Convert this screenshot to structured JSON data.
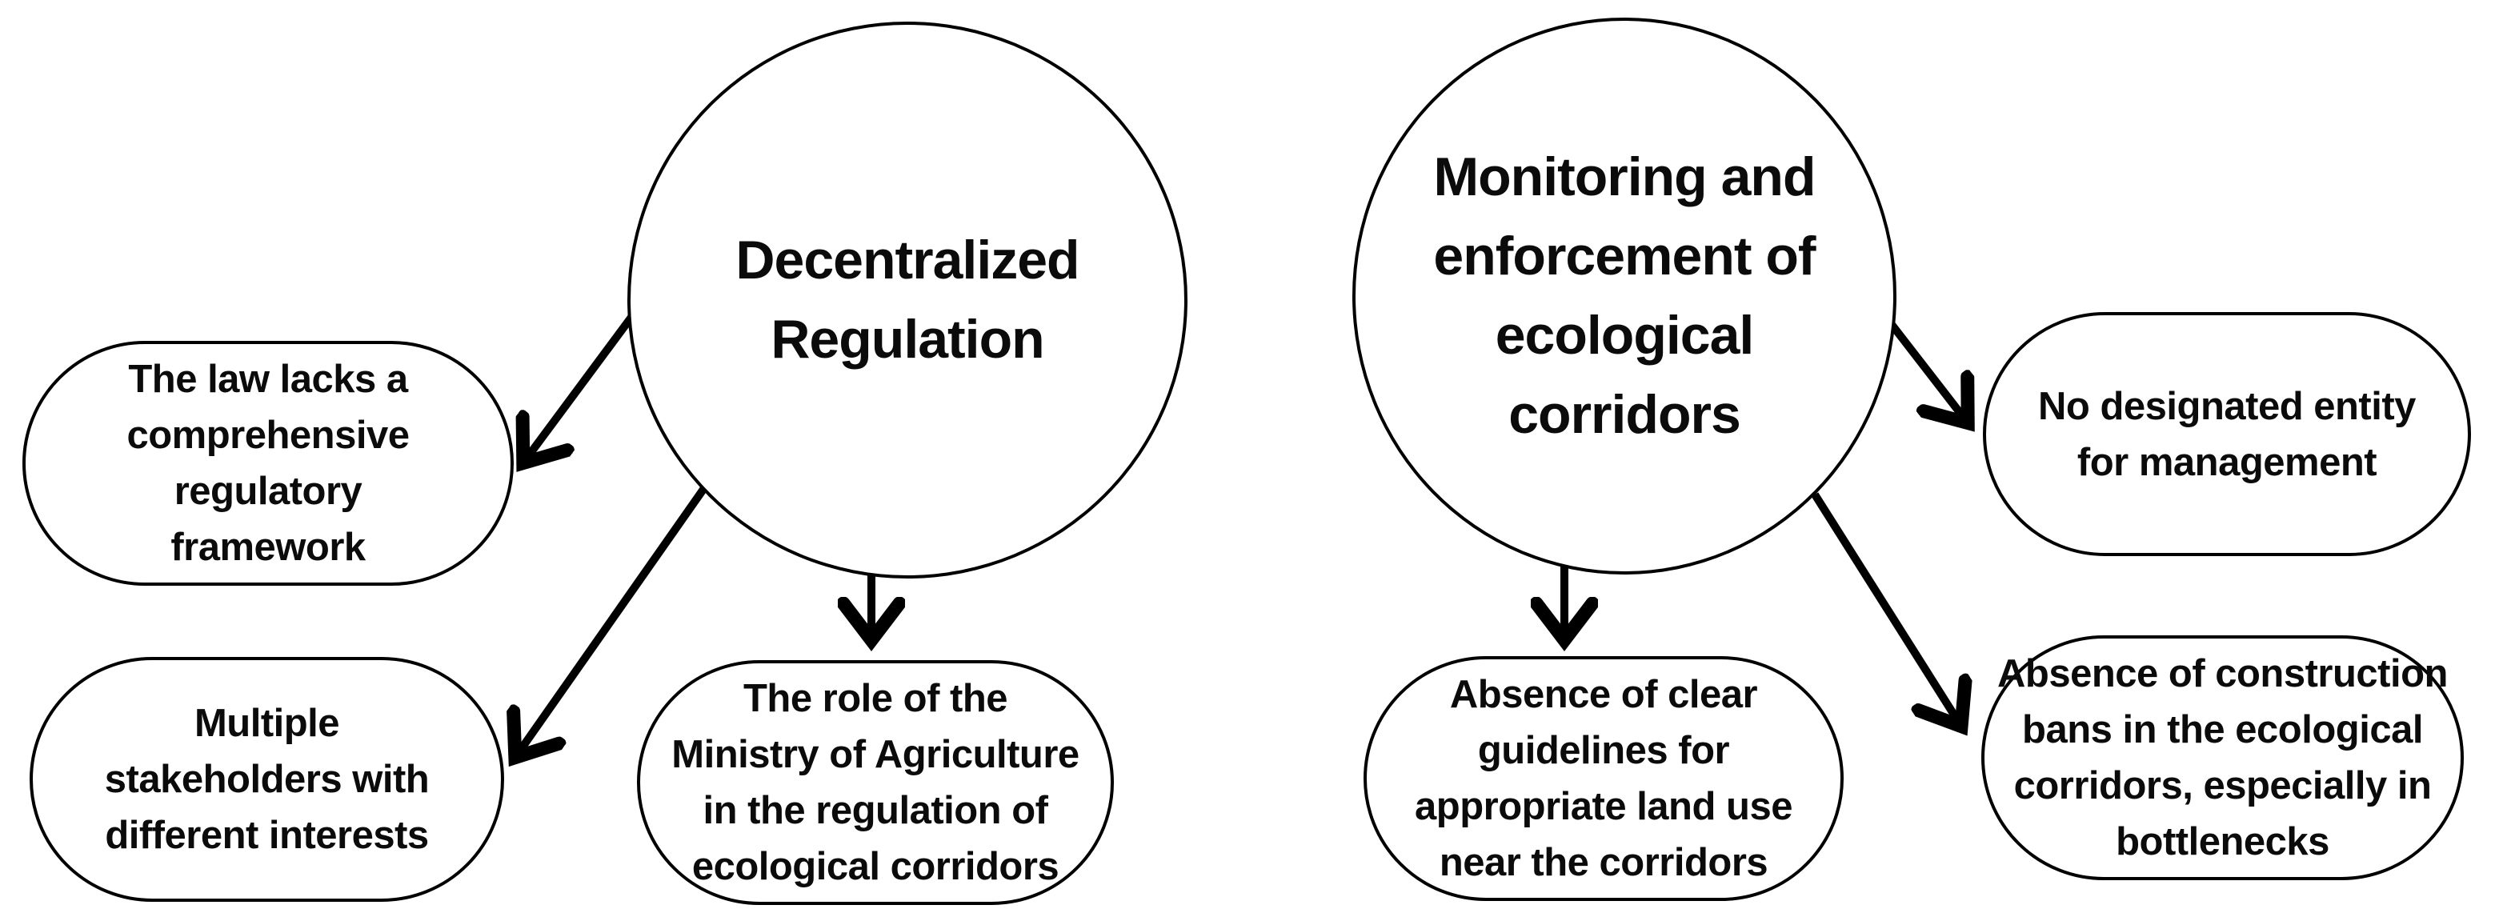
{
  "diagram": {
    "colors": {
      "background": "#ffffff",
      "stroke": "#000000",
      "text": "#0b0b0b"
    },
    "left_cluster": {
      "hub": "Decentralized\nRegulation",
      "leaves": [
        "The law lacks a\ncomprehensive\nregulatory\nframework",
        "Multiple\nstakeholders with\ndifferent interests",
        "The role of the\nMinistry of Agriculture\nin the regulation of\necological corridors"
      ]
    },
    "right_cluster": {
      "hub": "Monitoring and\nenforcement of\necological\ncorridors",
      "leaves": [
        "No designated entity\nfor management",
        "Absence of clear\nguidelines for\nappropriate land use\nnear the corridors",
        "Absence of construction\nbans in the ecological\ncorridors, especially in\nbottlenecks"
      ]
    }
  }
}
